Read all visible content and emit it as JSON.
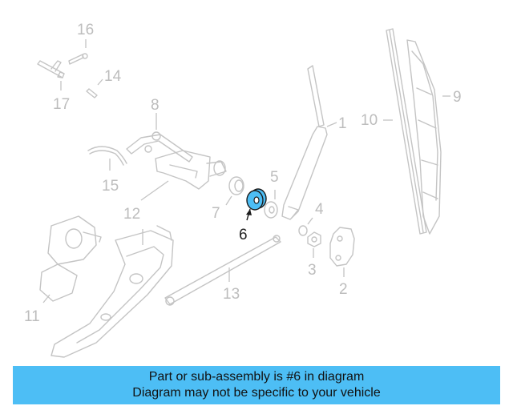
{
  "diagram": {
    "highlight_color": "#4dbef5",
    "callouts": {
      "c1": "1",
      "c2": "2",
      "c3": "3",
      "c4": "4",
      "c5": "5",
      "c6": "6",
      "c7": "7",
      "c8": "8",
      "c9": "9",
      "c10": "10",
      "c11": "11",
      "c12": "12",
      "c13": "13",
      "c14": "14",
      "c15": "15",
      "c16": "16",
      "c17": "17"
    },
    "highlighted_part": "6"
  },
  "banner": {
    "line1": "Part or sub-assembly is #6 in diagram",
    "line2": "Diagram may not be specific to your vehicle",
    "color": "#4dbef5"
  }
}
